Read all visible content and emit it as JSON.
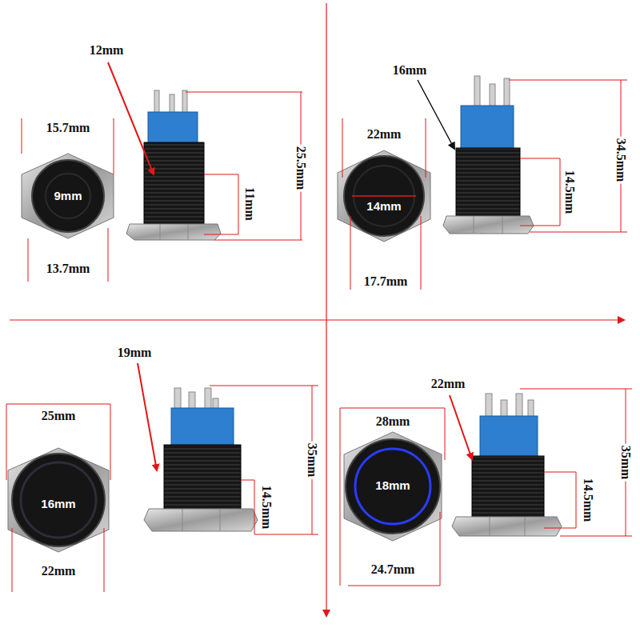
{
  "diagram": {
    "labels": [
      "12mm",
      "15.7mm",
      "9mm",
      "13.7mm",
      "11mm",
      "25.5mm",
      "16mm",
      "22mm",
      "14mm",
      "17.7mm",
      "14.5mm",
      "34.5mm",
      "19mm",
      "25mm",
      "16mm",
      "22mm",
      "14.5mm",
      "35mm",
      "22mm",
      "28mm",
      "18mm",
      "24.7mm",
      "14.5mm",
      "35mm"
    ]
  }
}
